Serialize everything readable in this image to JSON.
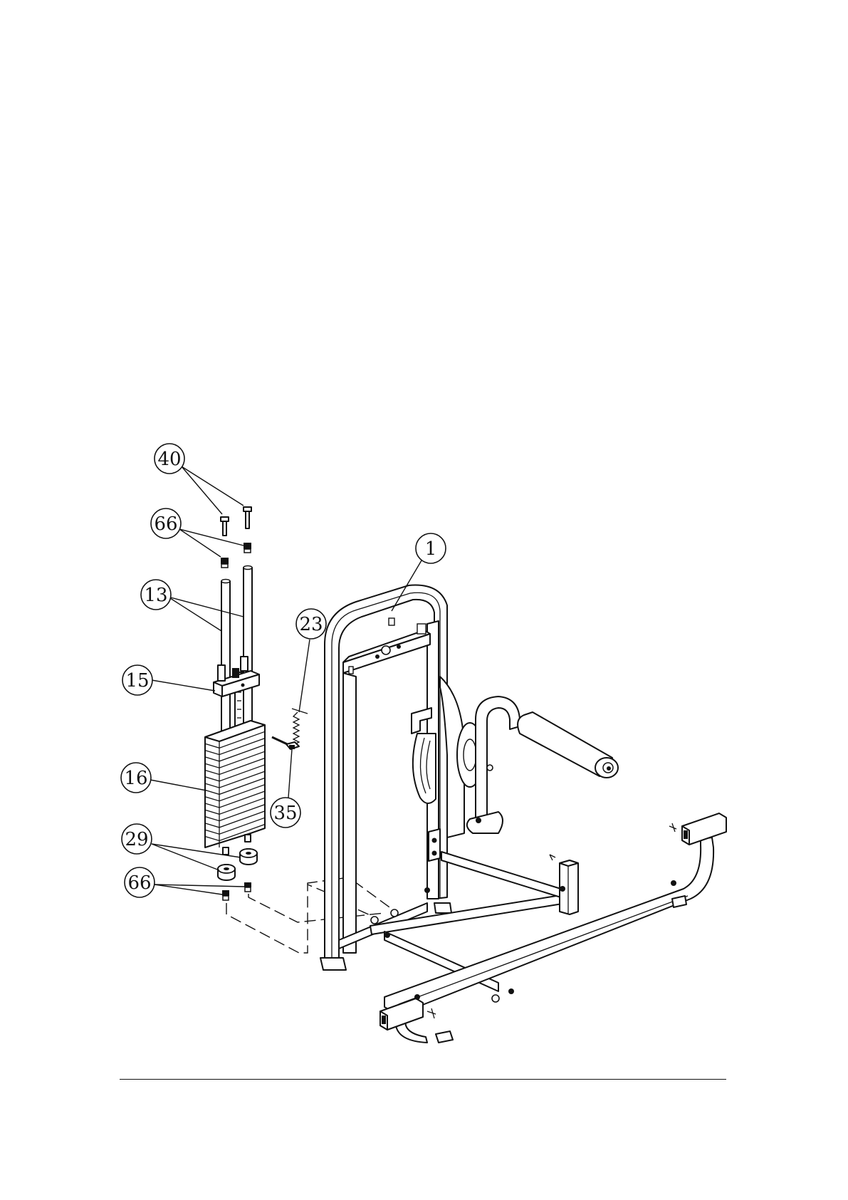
{
  "callouts": {
    "c40": "40",
    "c66_top": "66",
    "c13": "13",
    "c15": "15",
    "c16": "16",
    "c29": "29",
    "c66_bottom": "66",
    "c23": "23",
    "c35": "35",
    "c1": "1"
  }
}
